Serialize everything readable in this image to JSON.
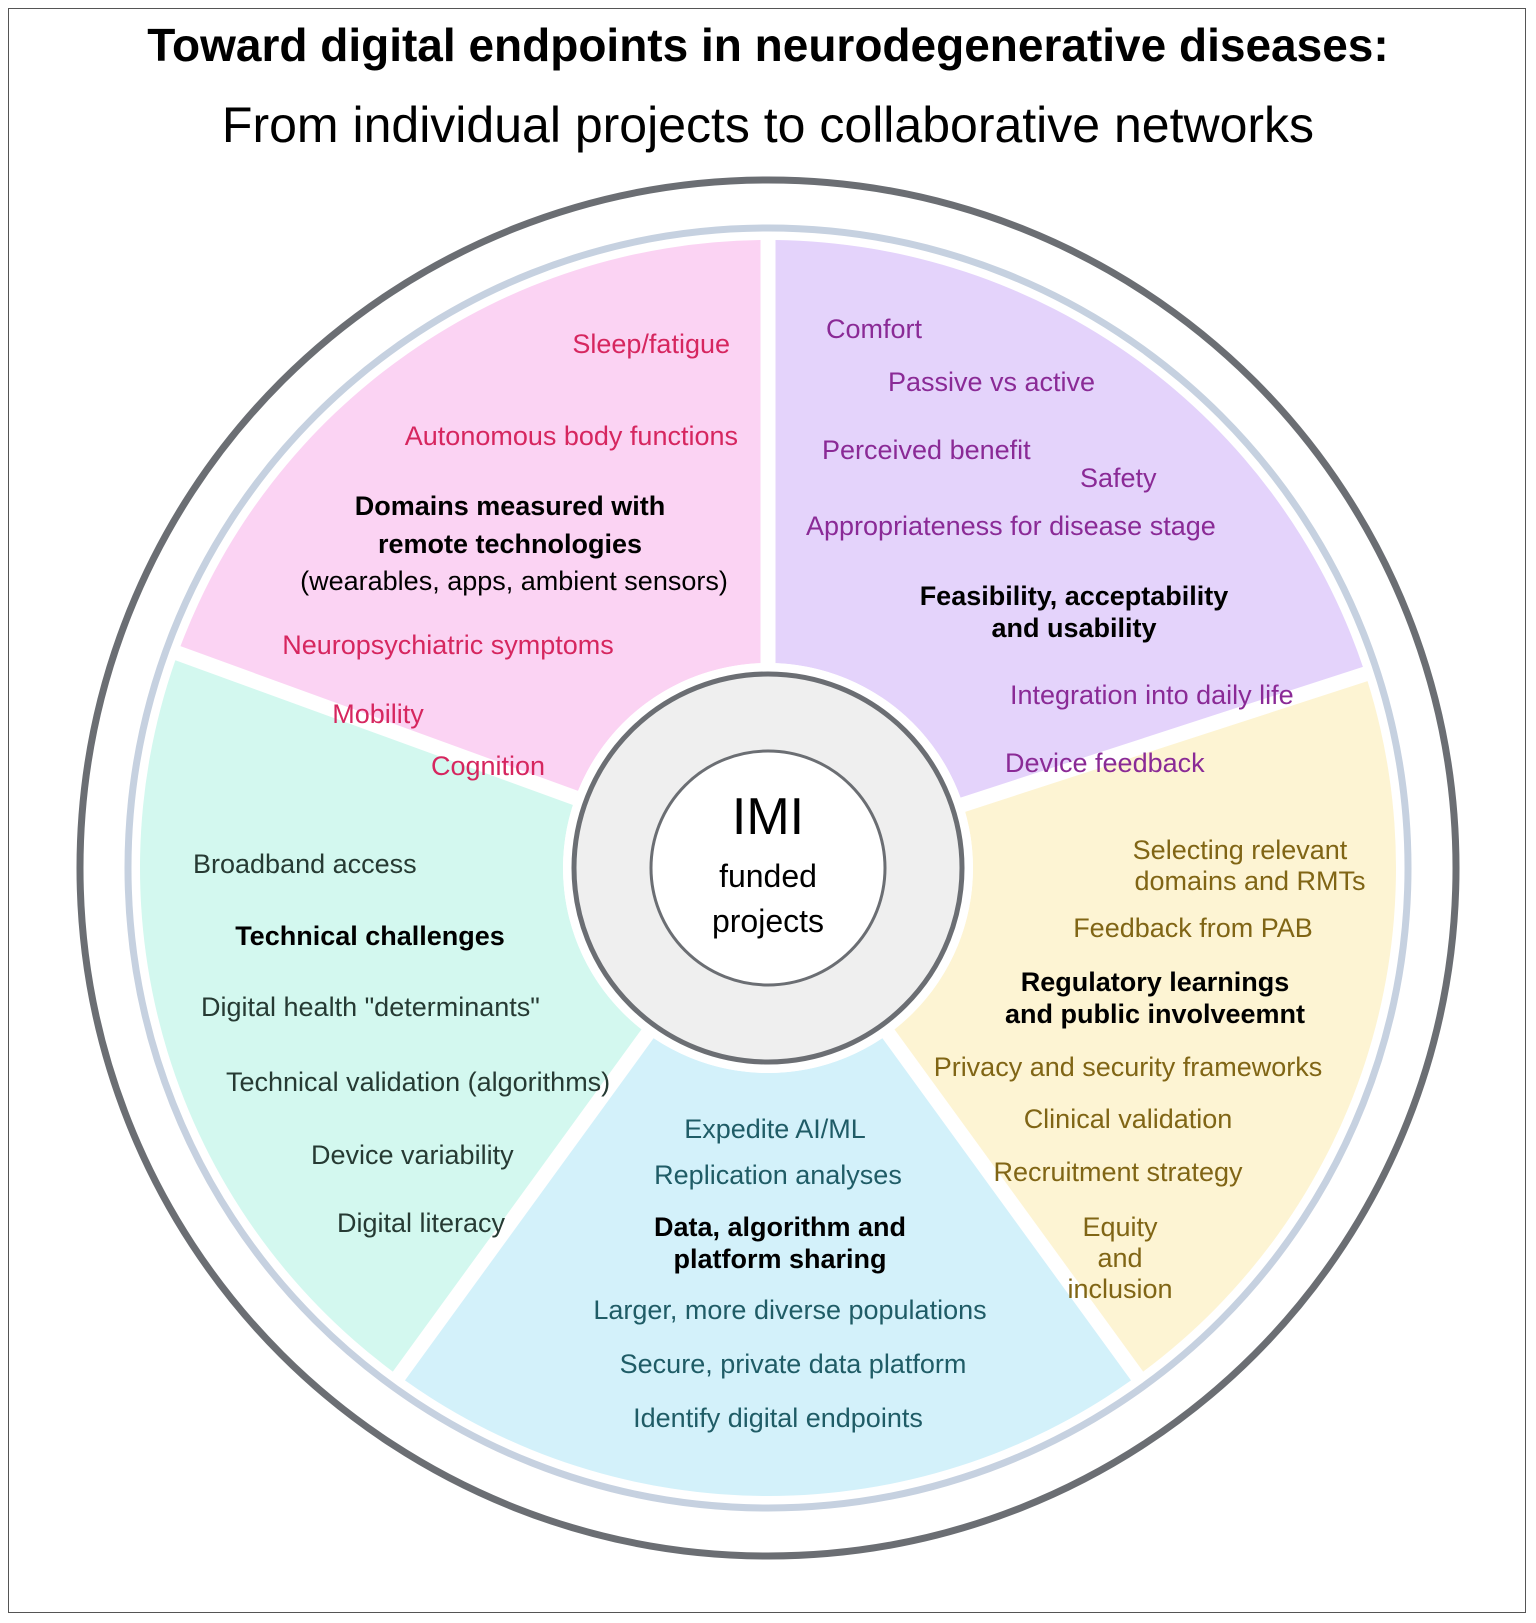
{
  "title": "Toward digital endpoints in neurodegenerative diseases:",
  "subtitle": "From individual projects to collaborative networks",
  "colors": {
    "pink_fill": "#fbd3f3",
    "pink_text": "#d6265f",
    "purple_fill": "#e4d3fb",
    "purple_text": "#8a2a96",
    "yellow_fill": "#fdf4d3",
    "yellow_text": "#806515",
    "blue_fill": "#d3f1fa",
    "blue_text": "#1f5c66",
    "mint_fill": "#d3f8ef",
    "mint_text": "#263a33",
    "outer_ring": "#6b6e73",
    "inner_ring": "#c6d1e0",
    "hub_fill": "#efefef"
  },
  "center": {
    "title": "IMI",
    "line1": "funded",
    "line2": "projects"
  },
  "sectors": {
    "domains": {
      "heading1": "Domains measured with",
      "heading2": "remote technologies",
      "heading3": "(wearables, apps, ambient sensors)",
      "items": [
        "Sleep/fatigue",
        "Autonomous body functions",
        "Neuropsychiatric symptoms",
        "Mobility",
        "Cognition"
      ]
    },
    "feasibility": {
      "heading1": "Feasibility, acceptability",
      "heading2": "and usability",
      "items": [
        "Comfort",
        "Passive vs active",
        "Perceived benefit",
        "Safety",
        "Appropriateness for disease stage",
        "Integration into daily life",
        "Device feedback"
      ]
    },
    "regulatory": {
      "heading1": "Regulatory learnings",
      "heading2": "and public involveemnt",
      "items": [
        "Selecting relevant",
        "domains and RMTs",
        "Feedback from PAB",
        "Privacy and security frameworks",
        "Clinical validation",
        "Recruitment strategy",
        "Equity",
        "and",
        "inclusion"
      ]
    },
    "data": {
      "heading1": "Data, algorithm and",
      "heading2": "platform sharing",
      "items": [
        "Expedite AI/ML",
        "Replication analyses",
        "Larger, more diverse populations",
        "Secure, private data platform",
        "Identify digital endpoints"
      ]
    },
    "technical": {
      "heading": "Technical challenges",
      "items": [
        "Broadband access",
        "Digital health \"determinants\"",
        "Technical validation (algorithms)",
        "Device variability",
        "Digital literacy"
      ]
    }
  }
}
